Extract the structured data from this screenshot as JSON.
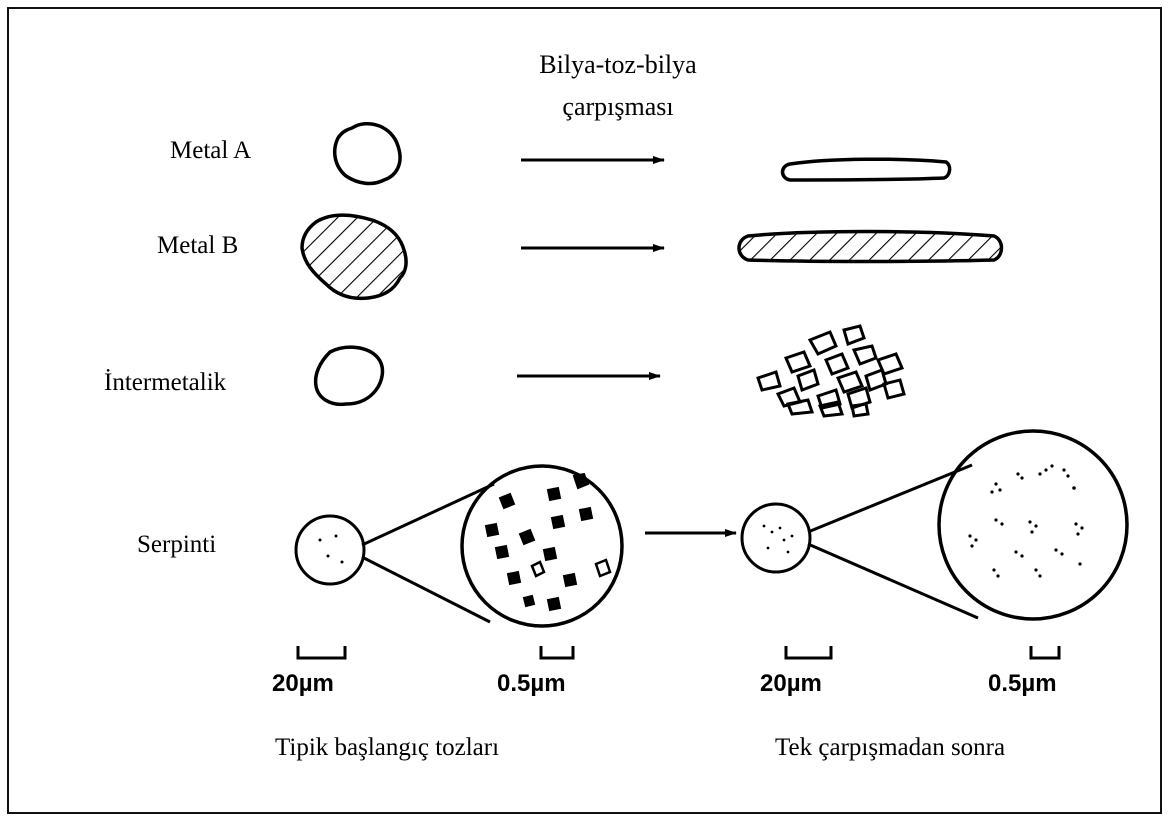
{
  "header": {
    "title_line1": "Bilya-toz-bilya",
    "title_line2": "çarpışması"
  },
  "rows": [
    {
      "label": "Metal A"
    },
    {
      "label": "Metal B"
    },
    {
      "label": "İntermetalik"
    },
    {
      "label": "Serpinti"
    }
  ],
  "scale_bars": [
    {
      "label": "20µm"
    },
    {
      "label": "0.5µm"
    },
    {
      "label": "20µm"
    },
    {
      "label": "0.5µm"
    }
  ],
  "captions": {
    "left": "Tipik başlangıç tozları",
    "right": "Tek çarpışmadan sonra"
  }
}
